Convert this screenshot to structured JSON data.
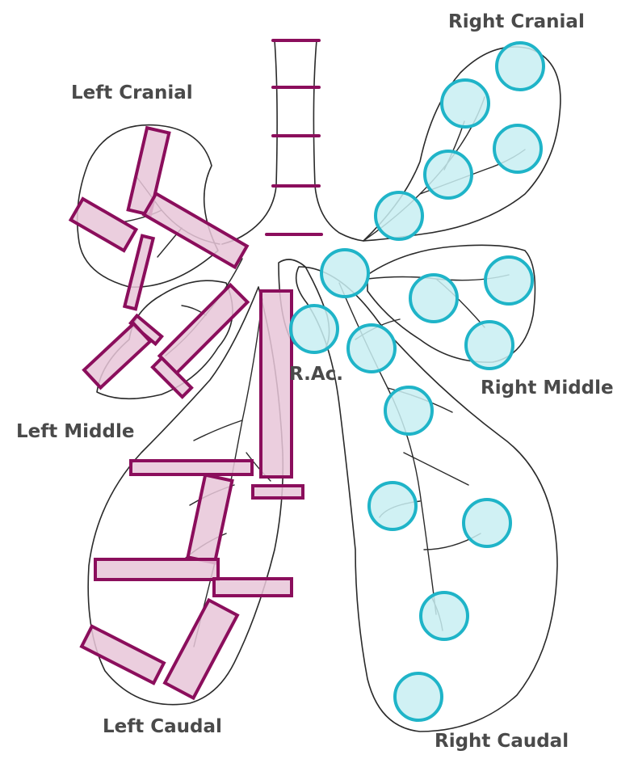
{
  "labels": {
    "right_cranial": "Right Cranial",
    "left_cranial": "Left Cranial",
    "right_middle": "Right Middle",
    "left_middle": "Left Middle",
    "left_caudal": "Left Caudal",
    "right_caudal": "Right Caudal",
    "accessory": "R.Ac."
  },
  "colors": {
    "label_text": "#4a4a4a",
    "rect_stroke": "#8b0e5c",
    "rect_fill": "#e8c6d8",
    "circle_stroke": "#1fb4c8",
    "circle_fill": "#c8eef2",
    "outline": "#2a2a2a"
  },
  "markers": {
    "left_side_shape": "rectangle",
    "right_side_shape": "circle"
  }
}
